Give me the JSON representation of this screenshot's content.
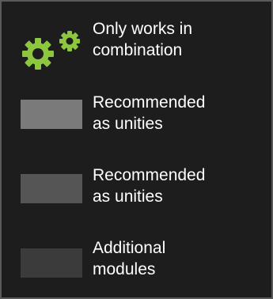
{
  "legend": {
    "items": [
      {
        "label": "Only works in\ncombination",
        "icon": "gears-icon",
        "color": "#8dc63f"
      },
      {
        "label": "Recommended\nas unities",
        "color": "#7a7a7a"
      },
      {
        "label": "Recommended\nas unities",
        "color": "#555555"
      },
      {
        "label": "Additional\nmodules",
        "color": "#3b3b3b"
      }
    ]
  }
}
